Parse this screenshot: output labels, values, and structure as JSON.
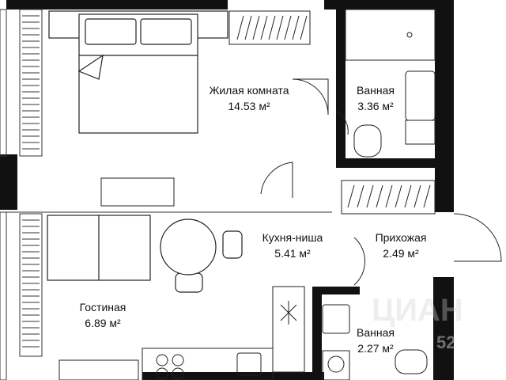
{
  "rooms": {
    "living_room": {
      "name": "Жилая комната",
      "area": "14.53 м²"
    },
    "bathroom_top": {
      "name": "Ванная",
      "area": "3.36 м²"
    },
    "kitchen_niche": {
      "name": "Кухня-ниша",
      "area": "5.41 м²"
    },
    "hallway": {
      "name": "Прихожая",
      "area": "2.49 м²"
    },
    "guest_room": {
      "name": "Гостиная",
      "area": "6.89 м²"
    },
    "bathroom_bottom": {
      "name": "Ванная",
      "area": "2.27 м²"
    }
  },
  "watermark": {
    "text": "ЦИАН",
    "number": "52"
  },
  "colors": {
    "wall": "#111111",
    "line": "#222222",
    "furniture_fill": "#ffffff",
    "watermark": "#cfcfcf"
  }
}
